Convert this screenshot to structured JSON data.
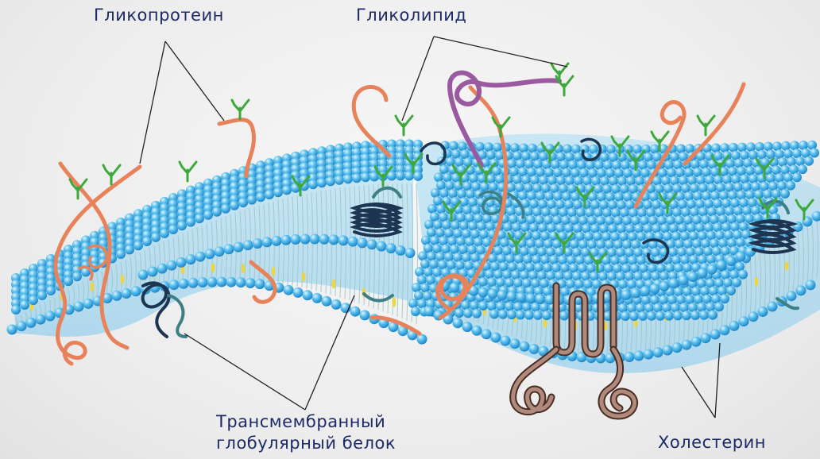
{
  "labels": {
    "glycoprotein": "Гликопротеин",
    "glycolipid": "Гликолипид",
    "transmembrane_line1": "Трансмембранный",
    "transmembrane_line2": "глобулярный белок",
    "cholesterol": "Холестерин"
  },
  "colors": {
    "phospholipid_head": "#4fb8ea",
    "phospholipid_head_highlight": "#c9efff",
    "lipid_tail": "#9cc7c8",
    "cholesterol": "#e9d64a",
    "protein_dark": "#1d3550",
    "protein_teal": "#3e7f86",
    "glycoprotein_chain": "#e8825a",
    "glycolipid_chain": "#9a5aa0",
    "channel_protein": "#8a6356",
    "sugar": "#3ea83a",
    "label_text": "#1c2a66",
    "pointer_line": "#222222"
  }
}
